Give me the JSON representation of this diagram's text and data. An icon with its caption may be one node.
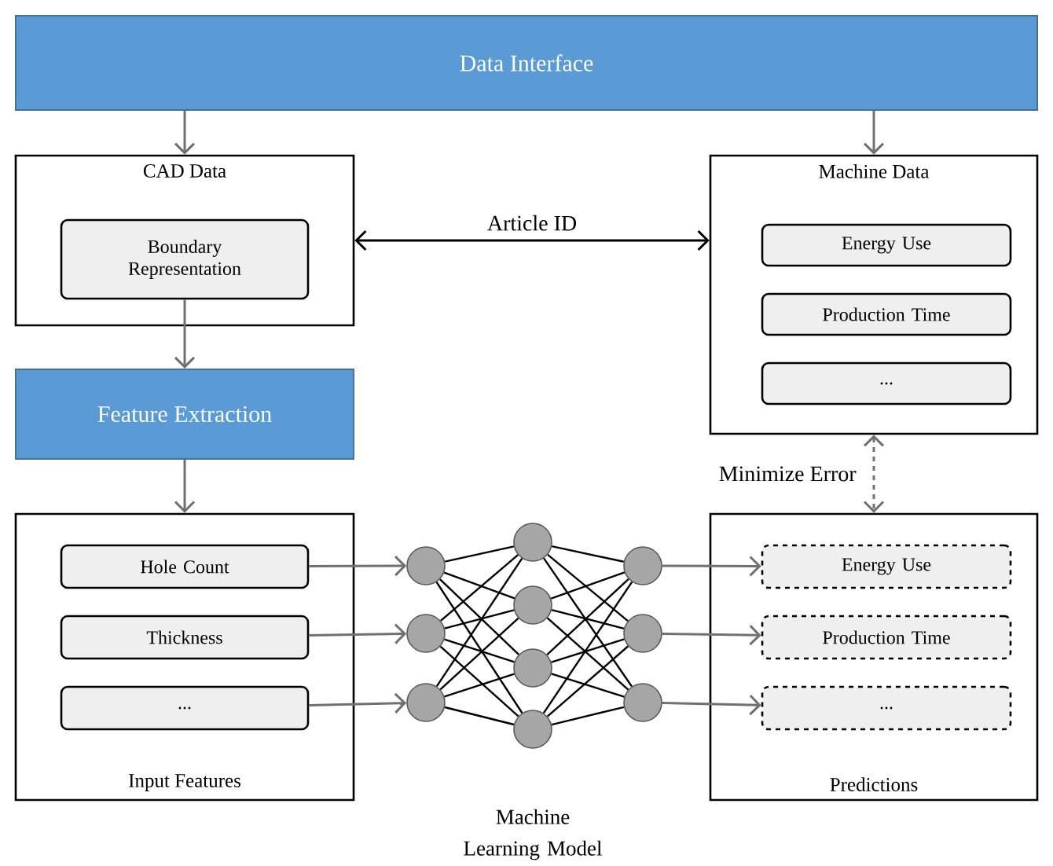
{
  "diagram": {
    "nodes": [
      {
        "text": [
          "Data Interface"
        ]
      },
      {
        "text": [
          "CAD Data"
        ]
      },
      {
        "text": [
          "Boundary Representation"
        ],
        "in": 1
      },
      {
        "text": [
          "Machine Data"
        ]
      },
      {
        "text": [
          "Energy Use"
        ],
        "in": 3
      },
      {
        "text": [
          "Production Time"
        ],
        "in": 3
      },
      {
        "text": [
          "..."
        ],
        "in": 3
      },
      {
        "text": [
          "Feature Extraction"
        ]
      },
      {
        "text": [
          "Input Features"
        ]
      },
      {
        "text": [
          "Hole Count"
        ],
        "in": 8
      },
      {
        "text": [
          "Thickness"
        ],
        "in": 8
      },
      {
        "text": [
          "..."
        ],
        "in": 8
      },
      {
        "text": [
          "Predictions"
        ]
      },
      {
        "text": [
          "Energy Use"
        ],
        "in": 12
      },
      {
        "text": [
          "Production Time"
        ],
        "in": 12
      },
      {
        "text": [
          "..."
        ],
        "in": 12
      },
      {
        "text": [],
        "shape": "circle"
      },
      {
        "text": [],
        "shape": "circle"
      },
      {
        "text": [],
        "shape": "circle"
      },
      {
        "text": [],
        "shape": "circle"
      },
      {
        "text": [],
        "shape": "circle"
      },
      {
        "text": [],
        "shape": "circle"
      },
      {
        "text": [],
        "shape": "circle"
      },
      {
        "text": [],
        "shape": "circle"
      },
      {
        "text": [],
        "shape": "circle"
      },
      {
        "text": [],
        "shape": "circle"
      }
    ],
    "edges": [
      {
        "from": 0,
        "to": 1,
        "arrow": "to",
        "color": "#707070"
      },
      {
        "from": 0,
        "to": 3,
        "arrow": "to",
        "color": "#707070"
      },
      {
        "from": 1,
        "to": 3,
        "arrow": "both",
        "label": "Article ID"
      },
      {
        "from": 2,
        "to": 7,
        "arrow": "to",
        "color": "#707070"
      },
      {
        "from": 7,
        "to": 8,
        "arrow": "to",
        "color": "#707070"
      },
      {
        "from": 3,
        "to": 12,
        "arrow": "both",
        "label": "Minimize  Error",
        "style": "dashed",
        "color": "#707070"
      },
      {
        "from": 9,
        "to": 16,
        "arrow": "to",
        "color": "#707070"
      },
      {
        "from": 10,
        "to": 17,
        "arrow": "to",
        "color": "#707070"
      },
      {
        "from": 11,
        "to": 18,
        "arrow": "to",
        "color": "#707070"
      },
      {
        "from": 16,
        "to": 19,
        "arrow": "none"
      },
      {
        "from": 16,
        "to": 20,
        "arrow": "none"
      },
      {
        "from": 16,
        "to": 21,
        "arrow": "none"
      },
      {
        "from": 16,
        "to": 22,
        "arrow": "none"
      },
      {
        "from": 17,
        "to": 19,
        "arrow": "none"
      },
      {
        "from": 17,
        "to": 20,
        "arrow": "none"
      },
      {
        "from": 17,
        "to": 21,
        "arrow": "none"
      },
      {
        "from": 17,
        "to": 22,
        "arrow": "none"
      },
      {
        "from": 18,
        "to": 19,
        "arrow": "none"
      },
      {
        "from": 18,
        "to": 20,
        "arrow": "none"
      },
      {
        "from": 18,
        "to": 21,
        "arrow": "none"
      },
      {
        "from": 18,
        "to": 22,
        "arrow": "none"
      },
      {
        "from": 19,
        "to": 23,
        "arrow": "none"
      },
      {
        "from": 19,
        "to": 24,
        "arrow": "none"
      },
      {
        "from": 19,
        "to": 25,
        "arrow": "none"
      },
      {
        "from": 20,
        "to": 23,
        "arrow": "none"
      },
      {
        "from": 20,
        "to": 24,
        "arrow": "none"
      },
      {
        "from": 20,
        "to": 25,
        "arrow": "none"
      },
      {
        "from": 21,
        "to": 23,
        "arrow": "none"
      },
      {
        "from": 21,
        "to": 24,
        "arrow": "none"
      },
      {
        "from": 21,
        "to": 25,
        "arrow": "none"
      },
      {
        "from": 22,
        "to": 23,
        "arrow": "none"
      },
      {
        "from": 22,
        "to": 24,
        "arrow": "none"
      },
      {
        "from": 22,
        "to": 25,
        "arrow": "none"
      },
      {
        "from": 23,
        "to": 13,
        "arrow": "to",
        "color": "#707070"
      },
      {
        "from": 24,
        "to": 14,
        "arrow": "to",
        "color": "#707070"
      },
      {
        "from": 25,
        "to": 15,
        "arrow": "to",
        "color": "#707070"
      }
    ],
    "labels": [
      "Machine Learning Model"
    ]
  }
}
